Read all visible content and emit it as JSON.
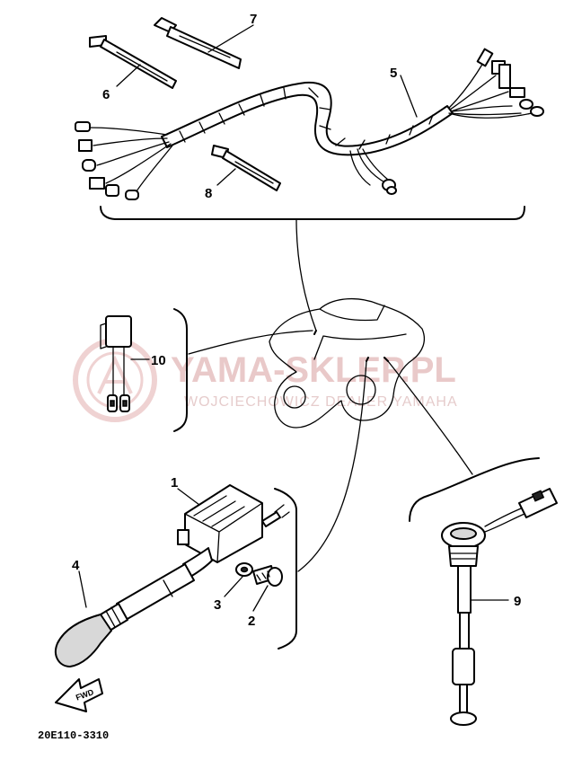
{
  "watermark": {
    "title": "YAMA-SKLEP.PL",
    "subtitle": "WOJCIECHOWICZ DEALER YAMAHA"
  },
  "callouts": {
    "c1": "1",
    "c2": "2",
    "c3": "3",
    "c4": "4",
    "c5": "5",
    "c6": "6",
    "c7": "7",
    "c8": "8",
    "c9": "9",
    "c10": "10"
  },
  "fwd_label": "FWD",
  "diagram_code": "20E110-3310"
}
